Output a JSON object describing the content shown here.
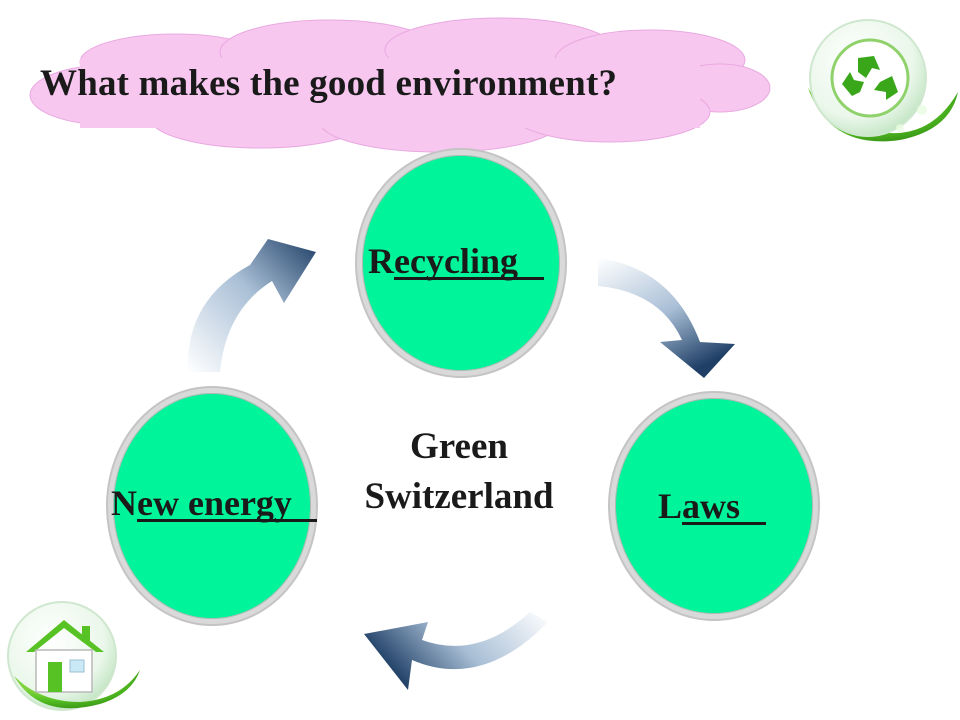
{
  "question": "What makes the good environment?",
  "center": {
    "line1": "Green",
    "line2": "Switzerland"
  },
  "nodes": {
    "top": {
      "prefix": "R",
      "answer": "ecycling"
    },
    "right": {
      "prefix": "L",
      "answer": "aws"
    },
    "left": {
      "prefix": "N",
      "answer": "ew energy"
    }
  },
  "icons": {
    "top_right": "recycle-icon",
    "bottom_left": "house-icon"
  },
  "colors": {
    "node_fill": "#00f59a",
    "cloud_fill": "#f7c7f0",
    "arrow_dark": "#1f3f66"
  }
}
